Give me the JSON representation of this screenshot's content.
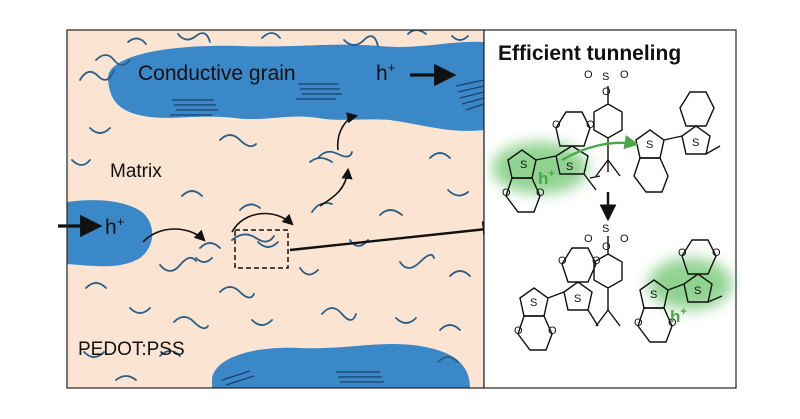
{
  "left_panel": {
    "grain_label": "Conductive grain",
    "matrix_label": "Matrix",
    "material_label": "PEDOT:PSS",
    "hole_top": {
      "base": "h",
      "sup": "+"
    },
    "hole_left": {
      "base": "h",
      "sup": "+"
    }
  },
  "right_panel": {
    "title": "Efficient tunneling",
    "hole_top": {
      "base": "h",
      "sup": "+"
    },
    "hole_bottom": {
      "base": "h",
      "sup": "+"
    },
    "atom_S": "S",
    "atom_O": "O"
  },
  "colors": {
    "matrix": "#fbe5d2",
    "grain": "#3b88c9",
    "hole_glow": "#6cc46c",
    "hole_text": "#4aa84a",
    "ink": "#111111",
    "chain": "#2a5f88"
  }
}
